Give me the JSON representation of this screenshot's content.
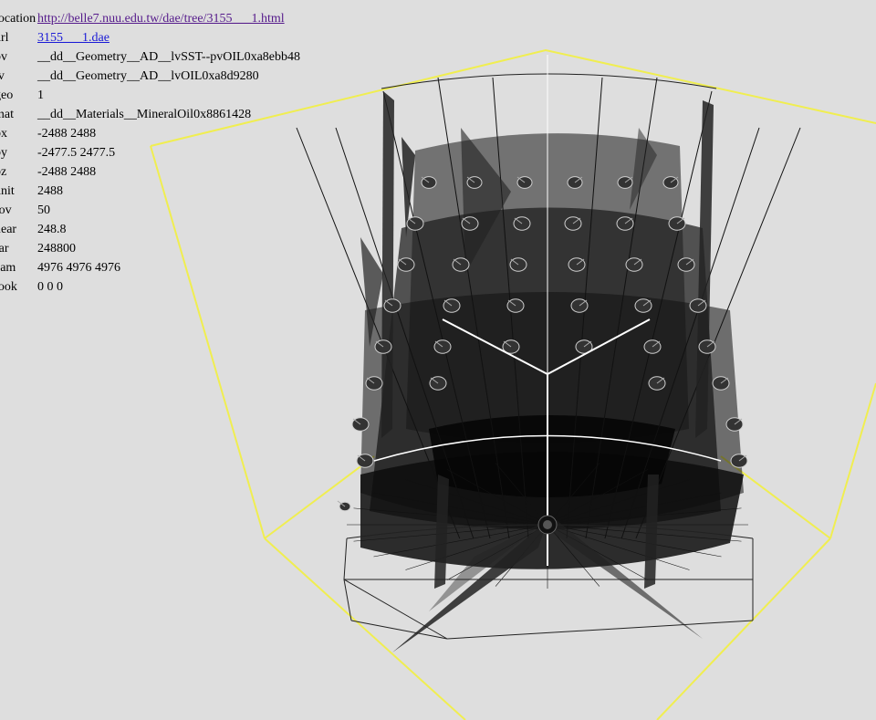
{
  "info": {
    "rows": [
      {
        "key": "location",
        "value": "http://belle7.nuu.edu.tw/dae/tree/3155___1.html",
        "link": true
      },
      {
        "key": "url",
        "value": "3155___1.dae",
        "link": true
      },
      {
        "key": "pv",
        "value": "__dd__Geometry__AD__lvSST--pvOIL0xa8ebb48"
      },
      {
        "key": "lv",
        "value": "__dd__Geometry__AD__lvOIL0xa8d9280"
      },
      {
        "key": "geo",
        "value": "1"
      },
      {
        "key": "mat",
        "value": "__dd__Materials__MineralOil0x8861428"
      },
      {
        "key": "bx",
        "value": "-2488 2488"
      },
      {
        "key": "by",
        "value": "-2477.5 2477.5"
      },
      {
        "key": "bz",
        "value": "-2488 2488"
      },
      {
        "key": "unit",
        "value": "2488"
      },
      {
        "key": "fov",
        "value": "50"
      },
      {
        "key": "near",
        "value": "248.8"
      },
      {
        "key": "far",
        "value": "248800"
      },
      {
        "key": "cam",
        "value": "4976 4976 4976"
      },
      {
        "key": "look",
        "value": "0 0 0"
      }
    ]
  },
  "colors": {
    "background": "#dedede",
    "bbox": "#f0ee50",
    "mesh_fill": "#000000",
    "mesh_line": "#111111",
    "axis": "#ffffff",
    "pmt_ring": "#cfcfcf"
  }
}
